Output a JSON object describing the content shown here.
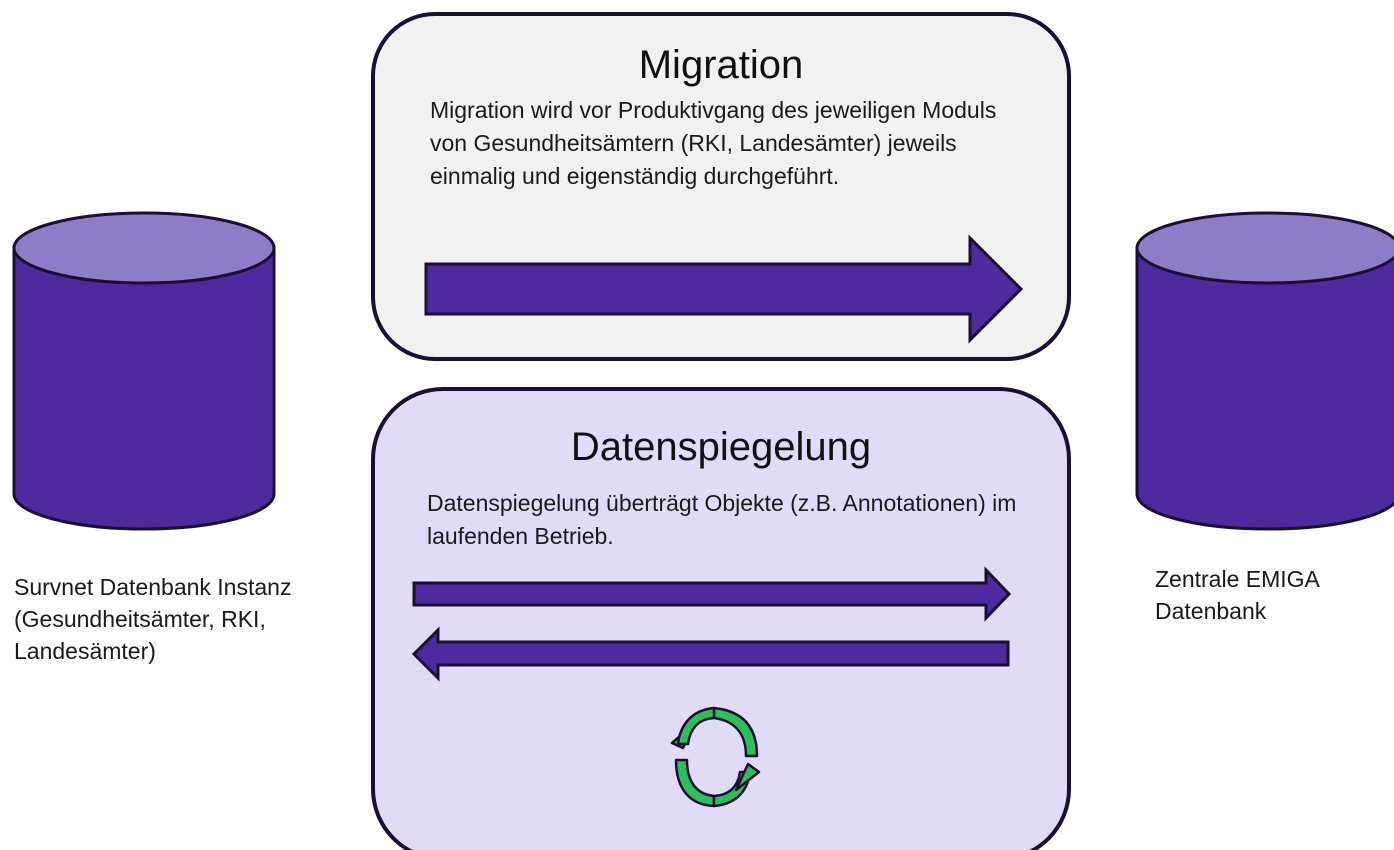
{
  "migration": {
    "title": "Migration",
    "description": "Migration wird vor Produktivgang des jeweiligen Moduls von Gesundheitsämtern (RKI, Landesämter) jeweils einmalig und eigenständig durchgeführt."
  },
  "mirroring": {
    "title": "Datenspiegelung",
    "description": "Datenspiegelung überträgt Objekte (z.B. Annotationen) im laufenden Betrieb."
  },
  "source_db": {
    "label": "Survnet Datenbank Instanz (Gesundheitsämter, RKI, Landesämter)"
  },
  "target_db": {
    "label": "Zentrale EMIGA Datenbank"
  },
  "colors": {
    "cylinder_body": "#4d2a9e",
    "cylinder_top": "#8f7cc6",
    "arrow_fill": "#4d2a9e",
    "outline": "#1b0f33",
    "migration_box_fill": "#f1f1f1",
    "mirroring_box_fill": "#e2dbf8",
    "sync_icon_green": "#2fbf5a"
  },
  "icons": [
    "database-icon",
    "arrow-right-icon",
    "arrow-left-icon",
    "sync-icon"
  ]
}
